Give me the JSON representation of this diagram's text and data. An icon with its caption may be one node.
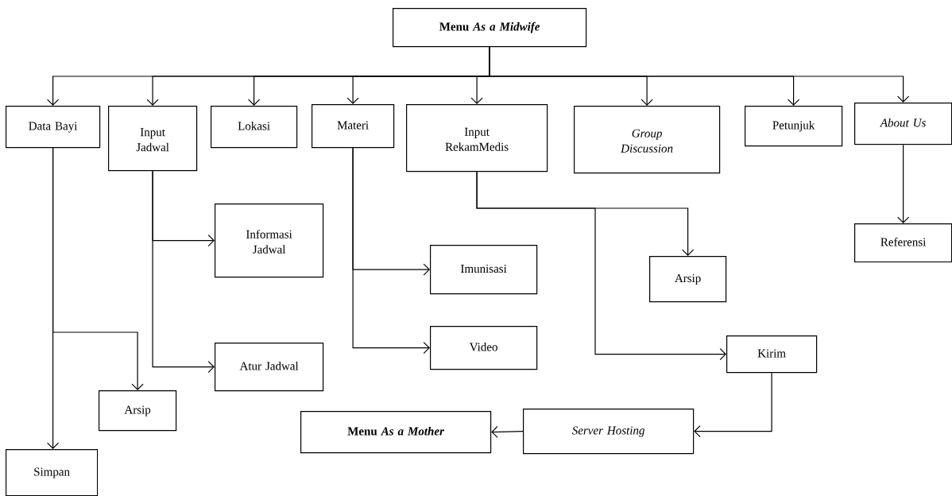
{
  "diagram": {
    "nodes": [
      {
        "text": [
          "Menu *As a Midwife*"
        ]
      },
      {
        "text": [
          "Data Bayi"
        ]
      },
      {
        "text": [
          "Input Jadwal"
        ]
      },
      {
        "text": [
          "Lokasi"
        ]
      },
      {
        "text": [
          "Materi"
        ]
      },
      {
        "text": [
          "Input RekamMedis"
        ]
      },
      {
        "text": [
          "Group Discussion"
        ]
      },
      {
        "text": [
          "Petunjuk"
        ]
      },
      {
        "text": [
          "About Us"
        ]
      },
      {
        "text": [
          "Informasi Jadwal"
        ]
      },
      {
        "text": [
          "Imunisasi"
        ]
      },
      {
        "text": [
          "Arsip"
        ]
      },
      {
        "text": [
          "Referensi"
        ]
      },
      {
        "text": [
          "Video"
        ]
      },
      {
        "text": [
          "Kirim"
        ]
      },
      {
        "text": [
          "Arsip"
        ]
      },
      {
        "text": [
          "Atur Jadwal"
        ]
      },
      {
        "text": [
          "Menu *As a Mother*"
        ]
      },
      {
        "text": [
          "Server Hosting"
        ]
      },
      {
        "text": [
          "Simpan"
        ]
      }
    ],
    "edges": [
      {
        "from": 0,
        "to": 1,
        "arrow": "to"
      },
      {
        "from": 0,
        "to": 2,
        "arrow": "to"
      },
      {
        "from": 0,
        "to": 3,
        "arrow": "to"
      },
      {
        "from": 0,
        "to": 4,
        "arrow": "to"
      },
      {
        "from": 0,
        "to": 5,
        "arrow": "to"
      },
      {
        "from": 0,
        "to": 6,
        "arrow": "to"
      },
      {
        "from": 0,
        "to": 7,
        "arrow": "to"
      },
      {
        "from": 0,
        "to": 8,
        "arrow": "to"
      },
      {
        "from": 1,
        "to": 15,
        "arrow": "to"
      },
      {
        "from": 1,
        "to": 19,
        "arrow": "to"
      },
      {
        "from": 2,
        "to": 9,
        "arrow": "to"
      },
      {
        "from": 2,
        "to": 16,
        "arrow": "to"
      },
      {
        "from": 4,
        "to": 10,
        "arrow": "to"
      },
      {
        "from": 4,
        "to": 13,
        "arrow": "to"
      },
      {
        "from": 5,
        "to": 11,
        "arrow": "to"
      },
      {
        "from": 5,
        "to": 14,
        "arrow": "to"
      },
      {
        "from": 8,
        "to": 12,
        "arrow": "to"
      },
      {
        "from": 14,
        "to": 18,
        "arrow": "to"
      },
      {
        "from": 18,
        "to": 17,
        "arrow": "to"
      }
    ]
  }
}
